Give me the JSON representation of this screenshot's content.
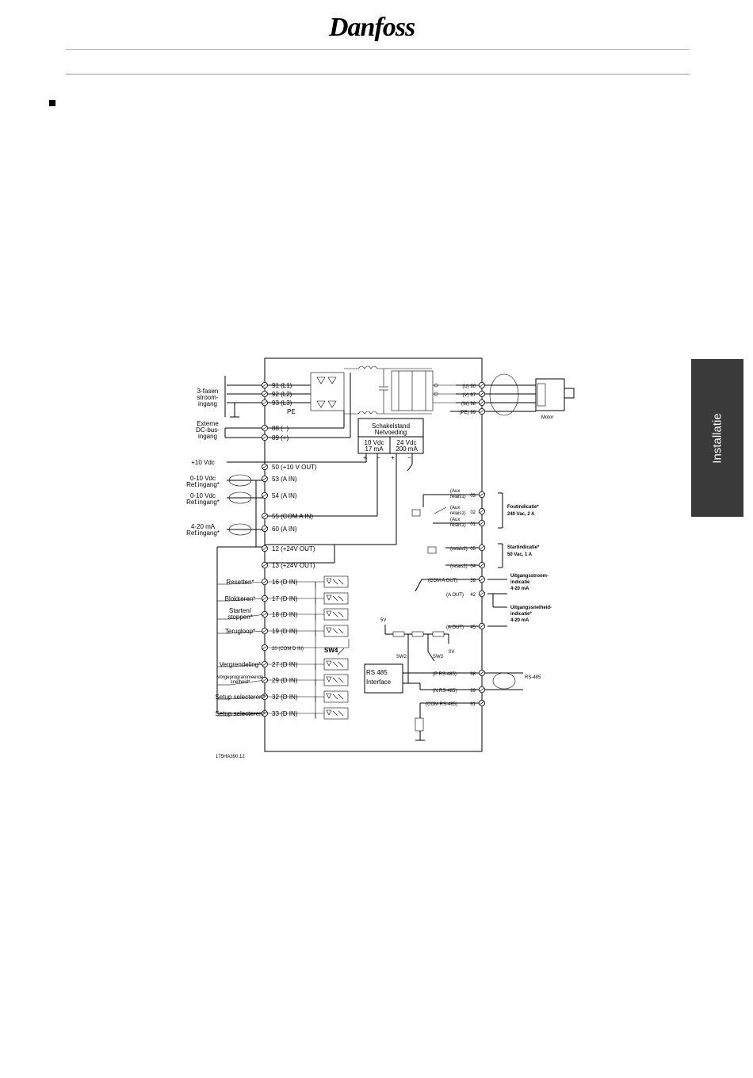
{
  "header": {
    "brand": "Danfoss"
  },
  "side_tab": {
    "label": "Installatie"
  },
  "diagram": {
    "figure_code": "175HA390.12",
    "left_groups": {
      "mains": "3-fasen\nstroom-\ningang",
      "dcbus": "Externe\nDC-bus-\ningang",
      "vdc10": "+10 Vdc",
      "ref1": "0-10 Vdc\nRef.ingang*",
      "ref2": "0-10 Vdc\nRef.ingang*",
      "ref3": "4-20 mA\nRef.ingang*"
    },
    "terminals_left": [
      {
        "id": "t91",
        "label": "91  (L1)"
      },
      {
        "id": "t92",
        "label": "92  (L2)"
      },
      {
        "id": "t93",
        "label": "93  (L3)"
      },
      {
        "id": "t88",
        "label": "88  (−)"
      },
      {
        "id": "t89",
        "label": "89  (+)"
      },
      {
        "id": "t50",
        "label": "50  (+10 V OUT)"
      },
      {
        "id": "t53",
        "label": "53  (A IN)"
      },
      {
        "id": "t54",
        "label": "54  (A IN)"
      },
      {
        "id": "t55",
        "label": "55  (COM A IN)"
      },
      {
        "id": "t60",
        "label": "60  (A IN)"
      },
      {
        "id": "t12",
        "label": "12  (+24V OUT)"
      },
      {
        "id": "t13",
        "label": "13  (+24V OUT)"
      },
      {
        "id": "t16",
        "label": "16  (D IN)"
      },
      {
        "id": "t17",
        "label": "17  (D IN)"
      },
      {
        "id": "t18",
        "label": "18  (D IN)"
      },
      {
        "id": "t19",
        "label": "19  (D IN)"
      },
      {
        "id": "t20",
        "label": "20  (COM D IN)"
      },
      {
        "id": "t27",
        "label": "27  (D IN)"
      },
      {
        "id": "t29",
        "label": "29  (D IN)"
      },
      {
        "id": "t32",
        "label": "32  (D IN)"
      },
      {
        "id": "t33",
        "label": "33  (D IN)"
      }
    ],
    "pe_label": "PE",
    "switch_labels": [
      "Resetten*",
      "Blokkeren*",
      "Starten/\nstoppen*",
      "Terugloop*",
      "Vergrendeling*",
      "Vorgeprogrammeerde\nsnelheid*",
      "Setup selecteren*",
      "Setup selecteren*"
    ],
    "sw4": "SW4",
    "supply_box": {
      "title": "Schakelstand\nNetvoeding",
      "col1": "10 Vdc\n17 mA",
      "col2": "24 Vdc\n200 mA",
      "plus": "+",
      "minus": "−"
    },
    "terminals_right": [
      {
        "id": "u96",
        "label": "(U) 96"
      },
      {
        "id": "v97",
        "label": "(V) 97"
      },
      {
        "id": "w98",
        "label": "(W) 98"
      },
      {
        "id": "pe99",
        "label": "(PE) 99"
      }
    ],
    "motor_label": "Motor",
    "relays": [
      {
        "a": "(Aux\nrelais1)",
        "n": "03"
      },
      {
        "a": "(Aux\nrelais1)",
        "n": "02"
      },
      {
        "a": "(Aux\nrelais1)",
        "n": "01"
      },
      {
        "a": "(relais2)",
        "n": "05"
      },
      {
        "a": "(relais2)",
        "n": "04"
      }
    ],
    "relay1_desc": "Foutindicatie*\n240 Vac, 2 A",
    "relay2_desc": "Startindicatie*\n50 Vac, 1 A",
    "analog_out": [
      {
        "a": "(COM A OUT)",
        "n": "39"
      },
      {
        "a": "(A OUT)",
        "n": "42"
      },
      {
        "a": "(A OUT)",
        "n": "45"
      }
    ],
    "current_desc": "Uitgangsstroom-\nindicatie\n4-20 mA",
    "speed_desc": "Uitgangssnelheid-\nindicatie*\n4-20 mA",
    "v5": "5V",
    "v0": "0V",
    "sw2": "SW2",
    "sw3": "SW3",
    "rs485_box": "RS 485\nInterface",
    "rs485_terms": [
      {
        "a": "(P RS-485)",
        "n": "68"
      },
      {
        "a": "(N RS-485)",
        "n": "69"
      },
      {
        "a": "(COM RS-485)",
        "n": "61"
      }
    ],
    "rs485_label": "RS-485"
  }
}
